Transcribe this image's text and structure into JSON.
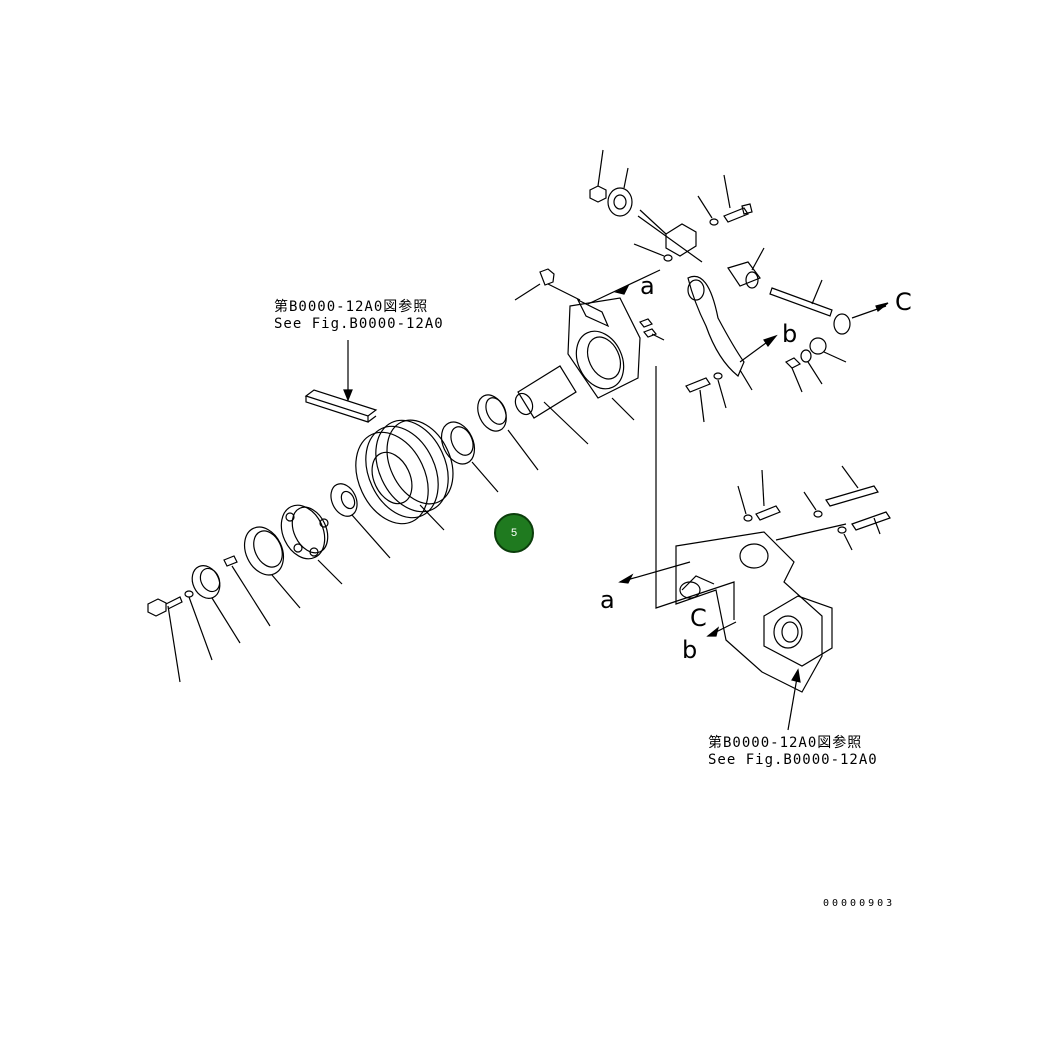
{
  "references": {
    "top_left": {
      "line_jp": "第B0000-12A0図参照",
      "line_en": "See Fig.B0000-12A0"
    },
    "bottom_right": {
      "line_jp": "第B0000-12A0図参照",
      "line_en": "See Fig.B0000-12A0"
    }
  },
  "connectors": {
    "a_top": "a",
    "b_top": "b",
    "c_top": "C",
    "a_bottom": "a",
    "b_bottom": "b",
    "c_bottom": "C"
  },
  "callout": {
    "label": "5",
    "color": "#1f7a1f"
  },
  "drawing_number": "00000903"
}
